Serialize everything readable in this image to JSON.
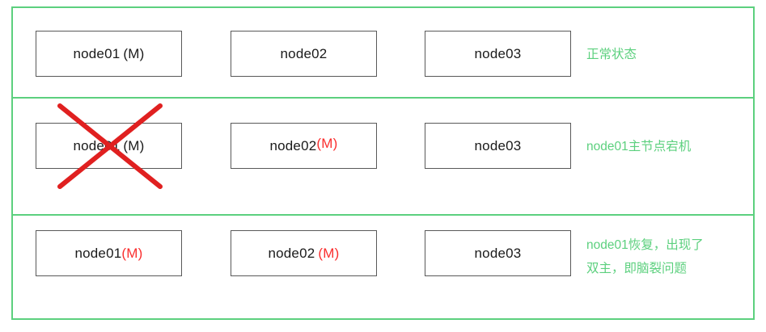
{
  "diagram": {
    "title": "MySQL/Cluster split-brain illustration",
    "accent_color": "#5cd07e",
    "master_tag_color": "#fa2e2e",
    "box_border_color": "#595959",
    "cross_color": "#e02020",
    "rows": [
      {
        "id": "row-normal",
        "caption": "正常状态",
        "caption_lines": [
          "正常状态"
        ],
        "nodes": [
          {
            "name": "node01",
            "tag_open": "(",
            "tag_letter": "M",
            "tag_close": ")",
            "tag_red": false,
            "crossed_out": false
          },
          {
            "name": "node02",
            "tag_open": "",
            "tag_letter": "",
            "tag_close": "",
            "tag_red": false,
            "crossed_out": false
          },
          {
            "name": "node03",
            "tag_open": "",
            "tag_letter": "",
            "tag_close": "",
            "tag_red": false,
            "crossed_out": false
          }
        ]
      },
      {
        "id": "row-master-down",
        "caption": "node01主节点宕机",
        "caption_lines": [
          "node01主节点宕机"
        ],
        "nodes": [
          {
            "name": "node01",
            "tag_open": "(",
            "tag_letter": "M",
            "tag_close": ")",
            "tag_red": false,
            "crossed_out": true
          },
          {
            "name": "node02",
            "tag_open": "(",
            "tag_letter": "M",
            "tag_close": ")",
            "tag_red": true,
            "crossed_out": false
          },
          {
            "name": "node03",
            "tag_open": "",
            "tag_letter": "",
            "tag_close": "",
            "tag_red": false,
            "crossed_out": false
          }
        ]
      },
      {
        "id": "row-split-brain",
        "caption": "node01恢复，出现了双主，即脑裂问题",
        "caption_lines": [
          "node01恢复，出现了",
          "双主，即脑裂问题"
        ],
        "nodes": [
          {
            "name": "node01",
            "tag_open": "(",
            "tag_letter": "M",
            "tag_close": ")",
            "tag_red": true,
            "crossed_out": false
          },
          {
            "name": "node02",
            "tag_open": "(",
            "tag_letter": "M",
            "tag_close": ")",
            "tag_red": true,
            "crossed_out": false
          },
          {
            "name": "node03",
            "tag_open": "",
            "tag_letter": "",
            "tag_close": "",
            "tag_red": false,
            "crossed_out": false
          }
        ]
      }
    ]
  }
}
